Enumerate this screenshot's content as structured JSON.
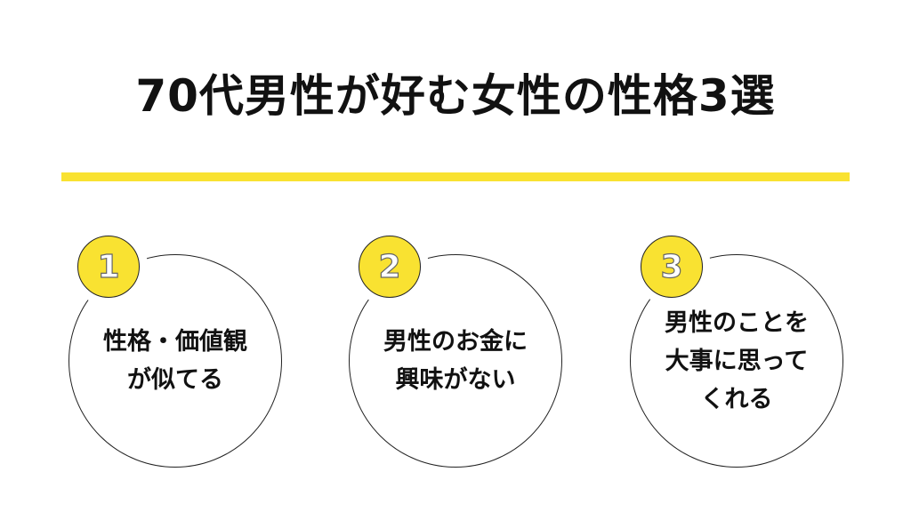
{
  "title": "70代男性が好む女性の性格3選",
  "accent_color": "#f9e231",
  "items": [
    {
      "number": "1",
      "text": "性格・価値観\nが似てる"
    },
    {
      "number": "2",
      "text": "男性のお金に\n興味がない"
    },
    {
      "number": "3",
      "text": "男性のことを\n大事に思って\nくれる"
    }
  ]
}
